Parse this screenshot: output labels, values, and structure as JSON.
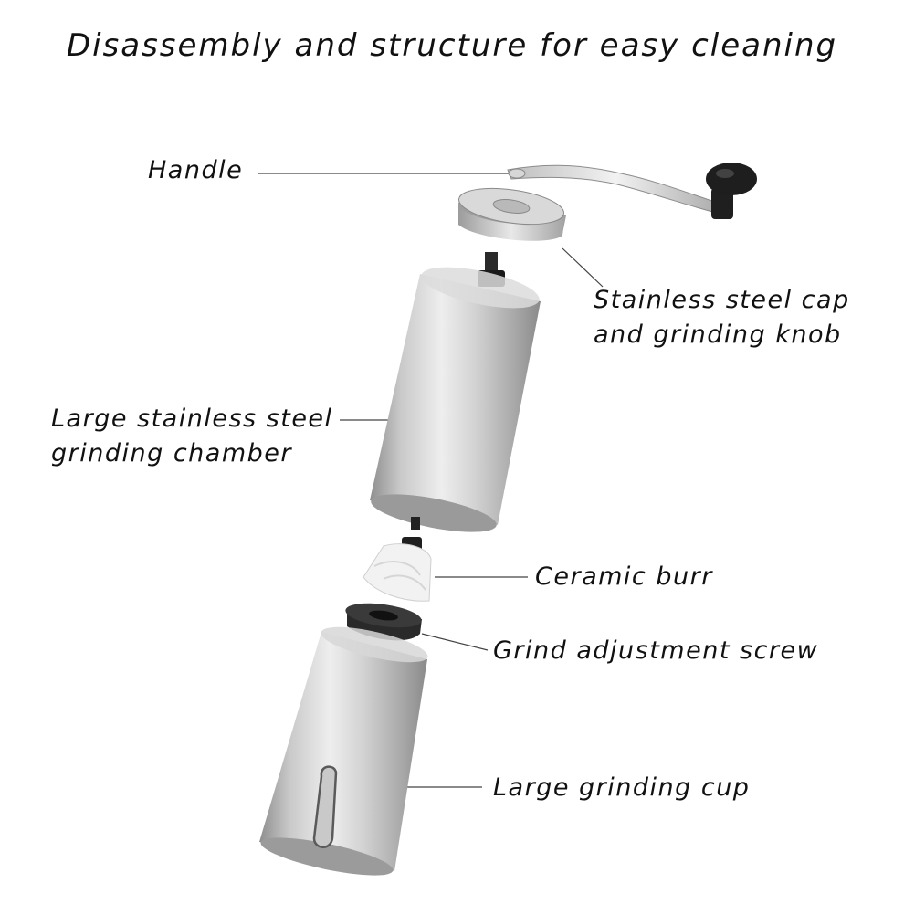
{
  "title": "Disassembly and structure for easy cleaning",
  "labels": {
    "handle": "Handle",
    "cap_line1": "Stainless steel cap",
    "cap_line2": "and grinding knob",
    "chamber_line1": "Large stainless steel",
    "chamber_line2": "grinding chamber",
    "burr": "Ceramic burr",
    "screw": "Grind adjustment screw",
    "cup": "Large grinding cup"
  },
  "colors": {
    "text": "#111111",
    "steel_light": "#e6e6e6",
    "steel_dark": "#9a9a9a",
    "knob": "#1e1e1e",
    "ceramic": "#f4f4f4"
  }
}
